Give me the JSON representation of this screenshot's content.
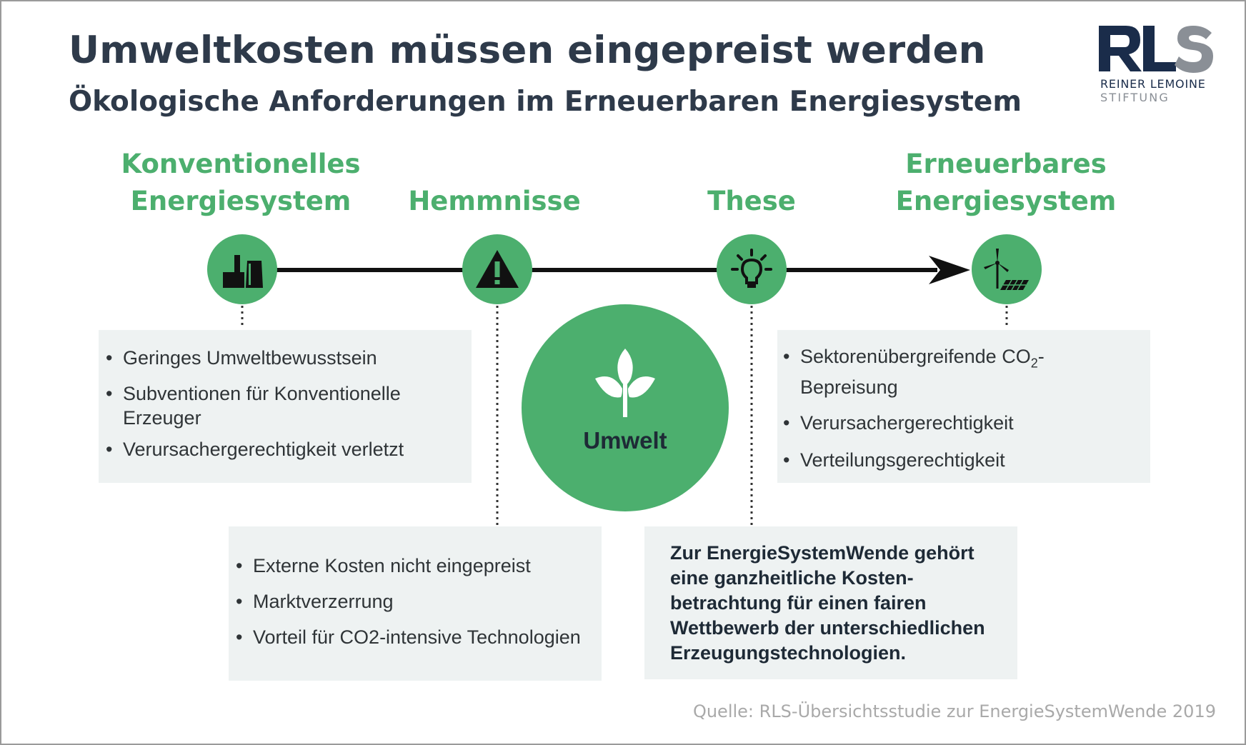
{
  "header": {
    "title": "Umweltkosten müssen eingepreist werden",
    "subtitle": "Ökologische Anforderungen im Erneuerbaren Energiesystem"
  },
  "logo": {
    "wordmark": "RLS",
    "line1": "REINER LEMOINE",
    "line2": "STIFTUNG"
  },
  "colors": {
    "accent_green": "#4caf6e",
    "title_navy": "#2e3a4a",
    "box_background": "#eef2f2",
    "logo_navy": "#1a2c4a",
    "logo_gray": "#8a8f96"
  },
  "stages": [
    {
      "label_line1": "Konventionelles",
      "label_line2": "Energiesystem",
      "icon": "factory-icon"
    },
    {
      "label_line1": "Hemmnisse",
      "label_line2": "",
      "icon": "warning-icon"
    },
    {
      "label_line1": "These",
      "label_line2": "",
      "icon": "lightbulb-icon"
    },
    {
      "label_line1": "Erneuerbares",
      "label_line2": "Energiesystem",
      "icon": "wind-solar-icon"
    }
  ],
  "conventional_box": {
    "items": [
      "Geringes Umweltbewusstsein",
      "Subventionen für Konventionelle Erzeuger",
      "Verursachergerechtigkeit verletzt"
    ]
  },
  "barriers_box": {
    "items": [
      "Externe Kosten nicht eingepreist",
      "Marktverzerrung",
      "Vorteil für CO2-intensive Technologien"
    ]
  },
  "renewable_box": {
    "item1_prefix": "Sektorenübergreifende CO",
    "item1_subscript": "2",
    "item1_suffix": "-Bepreisung",
    "items": [
      "Verursachergerechtigkeit",
      "Verteilungsgerechtigkeit"
    ]
  },
  "center": {
    "label": "Umwelt",
    "icon": "sprout-icon"
  },
  "thesis": {
    "text": "Zur EnergieSystemWende gehört eine ganzheitliche Kosten-betrachtung für einen fairen Wettbewerb der unterschiedlichen Erzeugungstechnologien."
  },
  "source": "Quelle: RLS-Übersichtsstudie zur EnergieSystemWende 2019"
}
